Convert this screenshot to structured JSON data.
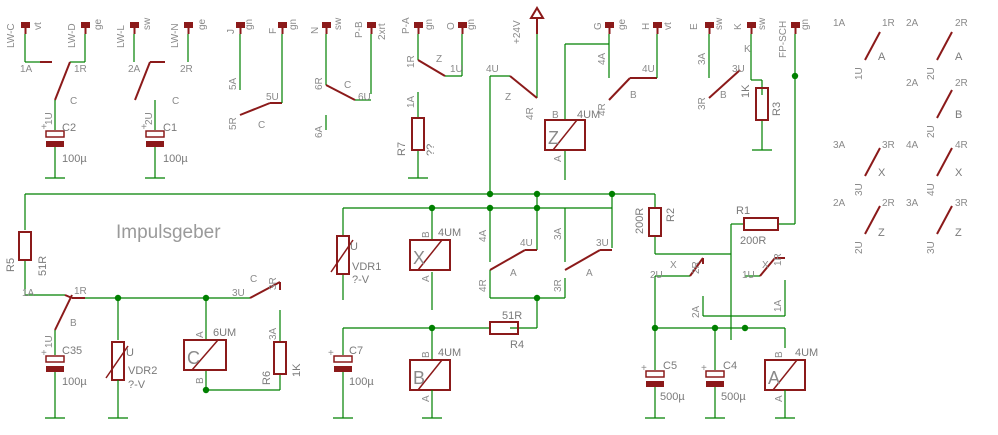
{
  "heading": "Impulsgeber",
  "connectors": [
    {
      "name": "LW-C",
      "pin": "vt"
    },
    {
      "name": "LW-D",
      "pin": "ge"
    },
    {
      "name": "LW-L",
      "pin": "sw"
    },
    {
      "name": "LW-N",
      "pin": "ge"
    },
    {
      "name": "J",
      "pin": "gn"
    },
    {
      "name": "F",
      "pin": "gn"
    },
    {
      "name": "N",
      "pin": "sw"
    },
    {
      "name": "P-B",
      "pin": "2xrt"
    },
    {
      "name": "P-A",
      "pin": "gn"
    },
    {
      "name": "O",
      "pin": "gn"
    },
    {
      "name": "G",
      "pin": "ge"
    },
    {
      "name": "H",
      "pin": "vt"
    },
    {
      "name": "E",
      "pin": "sw"
    },
    {
      "name": "K",
      "pin": "sw"
    },
    {
      "name": "FP-SCH",
      "pin": "gn"
    }
  ],
  "supply": "+24V",
  "capacitors": [
    {
      "ref": "C2",
      "value": "100µ"
    },
    {
      "ref": "C1",
      "value": "100µ"
    },
    {
      "ref": "C35",
      "value": "100µ"
    },
    {
      "ref": "C7",
      "value": "100µ"
    },
    {
      "ref": "C5",
      "value": "500µ"
    },
    {
      "ref": "C4",
      "value": "500µ"
    }
  ],
  "resistors": [
    {
      "ref": "R7",
      "value": "??"
    },
    {
      "ref": "R3",
      "value": "1K"
    },
    {
      "ref": "R5",
      "value": "51R"
    },
    {
      "ref": "R6",
      "value": "1K"
    },
    {
      "ref": "R4",
      "value": "51R"
    },
    {
      "ref": "R2",
      "value": "200R"
    },
    {
      "ref": "R1",
      "value": "200R"
    }
  ],
  "varistors": [
    {
      "ref": "VDR1",
      "value": "?-V",
      "sym": "U"
    },
    {
      "ref": "VDR2",
      "value": "?-V",
      "sym": "U"
    }
  ],
  "relays": [
    {
      "letter": "Z",
      "type": "4UM"
    },
    {
      "letter": "X",
      "type": "4UM"
    },
    {
      "letter": "C",
      "type": "6UM"
    },
    {
      "letter": "B",
      "type": "4UM"
    },
    {
      "letter": "A",
      "type": "4UM"
    }
  ],
  "contact_labels": {
    "c1a": "1A",
    "c1r": "1R",
    "c1u": "1U",
    "c2a": "2A",
    "c2r": "2R",
    "c2u": "2U",
    "c3a": "3A",
    "c3r": "3R",
    "c3u": "3U",
    "c4a": "4A",
    "c4r": "4R",
    "c4u": "4U",
    "c5a": "5A",
    "c5r": "5R",
    "c5u": "5U",
    "c6a": "6A",
    "c6r": "6R",
    "c6u": "6U",
    "pA": "A",
    "pB": "B",
    "pC": "C",
    "pX": "X",
    "pZ": "Z",
    "pK": "K"
  }
}
